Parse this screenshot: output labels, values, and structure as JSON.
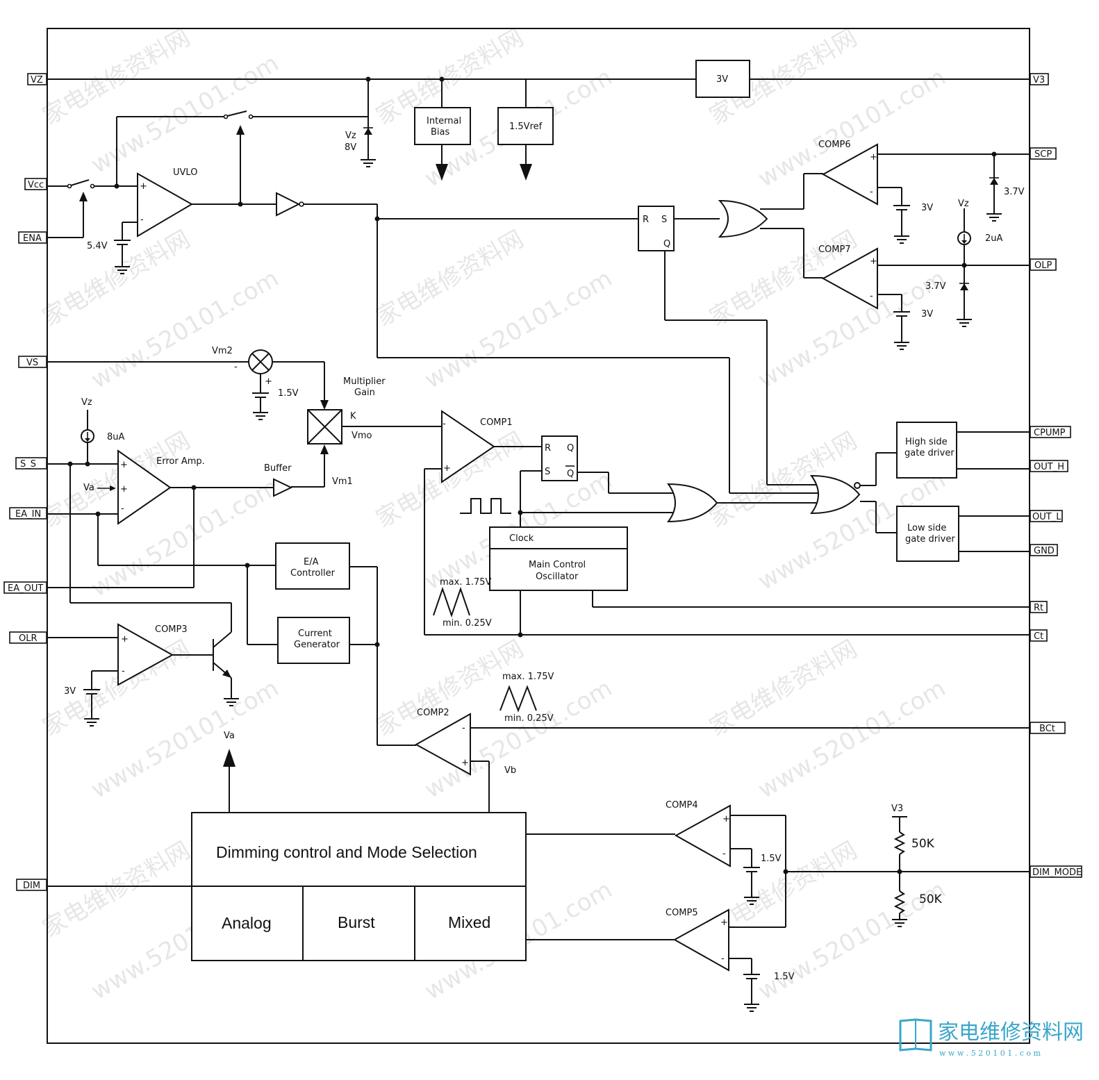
{
  "pins": {
    "vz": "VZ",
    "vcc": "Vcc",
    "ena": "ENA",
    "vs": "VS",
    "ss": "S_S",
    "ea_in": "EA_IN",
    "ea_out": "EA_OUT",
    "olr": "OLR",
    "dim": "DIM",
    "v3": "V3",
    "scp": "SCP",
    "olp": "OLP",
    "cpump": "CPUMP",
    "out_h": "OUT_H",
    "out_l": "OUT_L",
    "gnd": "GND",
    "rt": "Rt",
    "ct": "Ct",
    "bct": "BCt",
    "dim_mode": "DIM_MODE"
  },
  "blocks": {
    "ref3v": "3V",
    "internal_bias_1": "Internal",
    "internal_bias_2": "Bias",
    "vref": "1.5Vref",
    "high_driver_1": "High side",
    "high_driver_2": "gate driver",
    "low_driver_1": "Low side",
    "low_driver_2": "gate driver",
    "clock": "Clock",
    "osc_1": "Main Control",
    "osc_2": "Oscillator",
    "ea_ctrl_1": "E/A",
    "ea_ctrl_2": "Controller",
    "cur_gen_1": "Current",
    "cur_gen_2": "Generator",
    "dimming_title": "Dimming control and Mode Selection",
    "mode_analog": "Analog",
    "mode_burst": "Burst",
    "mode_mixed": "Mixed"
  },
  "labels": {
    "uvlo": "UVLO",
    "v54": "5.4V",
    "vz_zener": "Vz",
    "v8": "8V",
    "comp6": "COMP6",
    "comp7": "COMP7",
    "comp1": "COMP1",
    "comp2": "COMP2",
    "comp3": "COMP3",
    "comp4": "COMP4",
    "comp5": "COMP5",
    "v3_6": "3V",
    "v3_7": "3V",
    "v37_scp": "3.7V",
    "v37_olp": "3.7V",
    "vz_olp": "Vz",
    "i2ua": "2uA",
    "vm2": "Vm2",
    "v15_vs": "1.5V",
    "mult_1": "Multiplier",
    "mult_2": "Gain",
    "k": "K",
    "vmo": "Vmo",
    "vm1": "Vm1",
    "buffer": "Buffer",
    "vz_ss": "Vz",
    "i8ua": "8uA",
    "error_amp": "Error Amp.",
    "va_in": "Va",
    "va_out": "Va",
    "vb": "Vb",
    "v3_comp3": "3V",
    "max175_1": "max. 1.75V",
    "min025_1": "min. 0.25V",
    "max175_2": "max. 1.75V",
    "min025_2": "min. 0.25V",
    "v15_c4": "1.5V",
    "v15_c5": "1.5V",
    "v3_div": "V3",
    "r1": "50K",
    "r2": "50K",
    "rs_r": "R",
    "rs_s": "S",
    "rs_q": "Q",
    "ff_r": "R",
    "ff_s": "S",
    "ff_q": "Q",
    "ff_qb": "Q",
    "plus": "+",
    "minus": "-"
  },
  "watermark": {
    "cn": "家电维修资料网",
    "url": "www.520101.com",
    "logo_cn": "家电维修资料网",
    "logo_url": "w w w . 5 2 0 1 0 1 . c o m"
  }
}
